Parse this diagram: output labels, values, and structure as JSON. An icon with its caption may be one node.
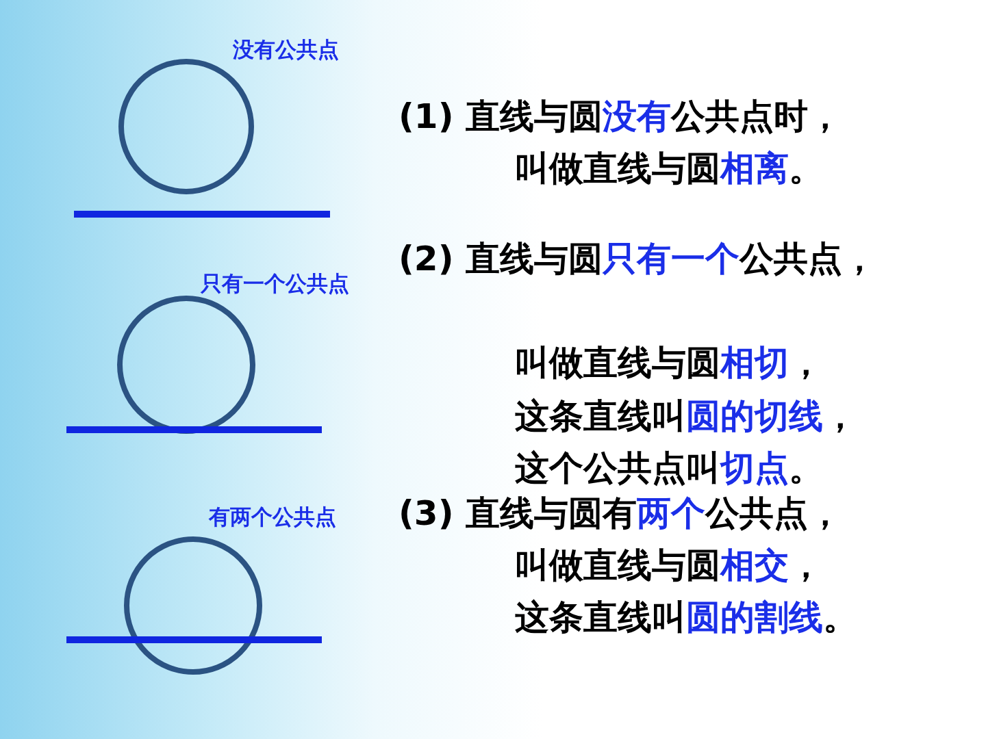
{
  "diagram": {
    "labels": [
      "没有公共点",
      "(1) 直线与圆**没有**公共点时，",
      "叫做直线与圆**相离**。",
      "(2) 直线与圆**只有一个**公共点，",
      "只有一个公共点",
      "叫做直线与圆**相切**，",
      "这条直线叫**圆的切线**，",
      "这个公共点叫**切点**。",
      "有两个公共点",
      "(3) 直线与圆有**两个**公共点，",
      "叫做直线与圆**相交**，",
      "这条直线叫**圆的割线**。"
    ]
  }
}
